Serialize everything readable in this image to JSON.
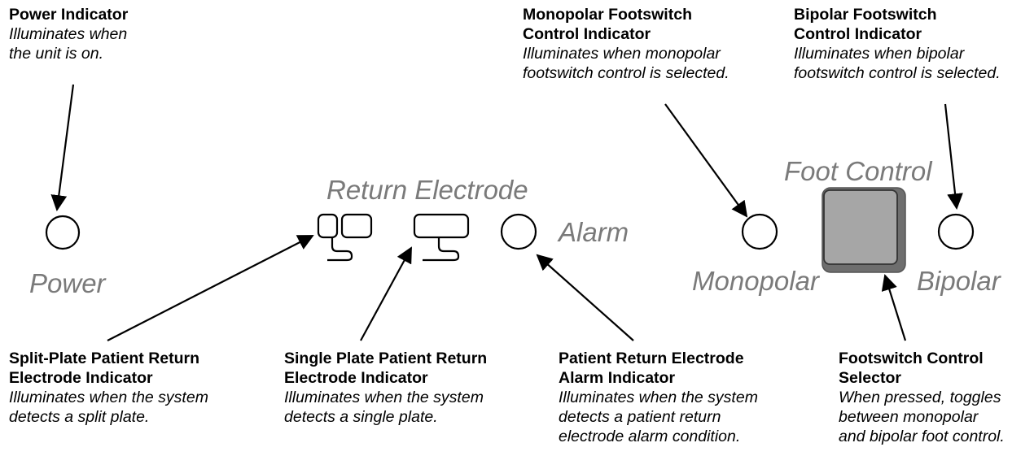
{
  "panel_labels": {
    "return_electrode": "Return Electrode",
    "alarm": "Alarm",
    "power": "Power",
    "foot_control": "Foot Control",
    "monopolar": "Monopolar",
    "bipolar": "Bipolar"
  },
  "callouts": {
    "power": {
      "title": "Power Indicator",
      "desc": "Illuminates when\nthe unit is on."
    },
    "monopolar": {
      "title": "Monopolar Footswitch\nControl Indicator",
      "desc": "Illuminates when monopolar\nfootswitch control is selected."
    },
    "bipolar": {
      "title": "Bipolar Footswitch\nControl Indicator",
      "desc": "Illuminates when bipolar\nfootswitch control is selected."
    },
    "split_plate": {
      "title": "Split-Plate Patient Return\nElectrode Indicator",
      "desc": "Illuminates when the system\ndetects a split plate."
    },
    "single_plate": {
      "title": "Single Plate Patient Return\nElectrode Indicator",
      "desc": "Illuminates when the system\ndetects a single plate."
    },
    "alarm": {
      "title": "Patient Return Electrode\nAlarm Indicator",
      "desc": "Illuminates when the system\ndetects a patient return\nelectrode alarm condition."
    },
    "selector": {
      "title": "Footswitch Control\nSelector",
      "desc": "When pressed, toggles\nbetween monopolar\nand bipolar foot control."
    }
  },
  "colors": {
    "label_gray": "#7a7a7a",
    "button_face": "#a6a6a6",
    "button_shadow": "#6e6e6e",
    "line": "#000000"
  }
}
